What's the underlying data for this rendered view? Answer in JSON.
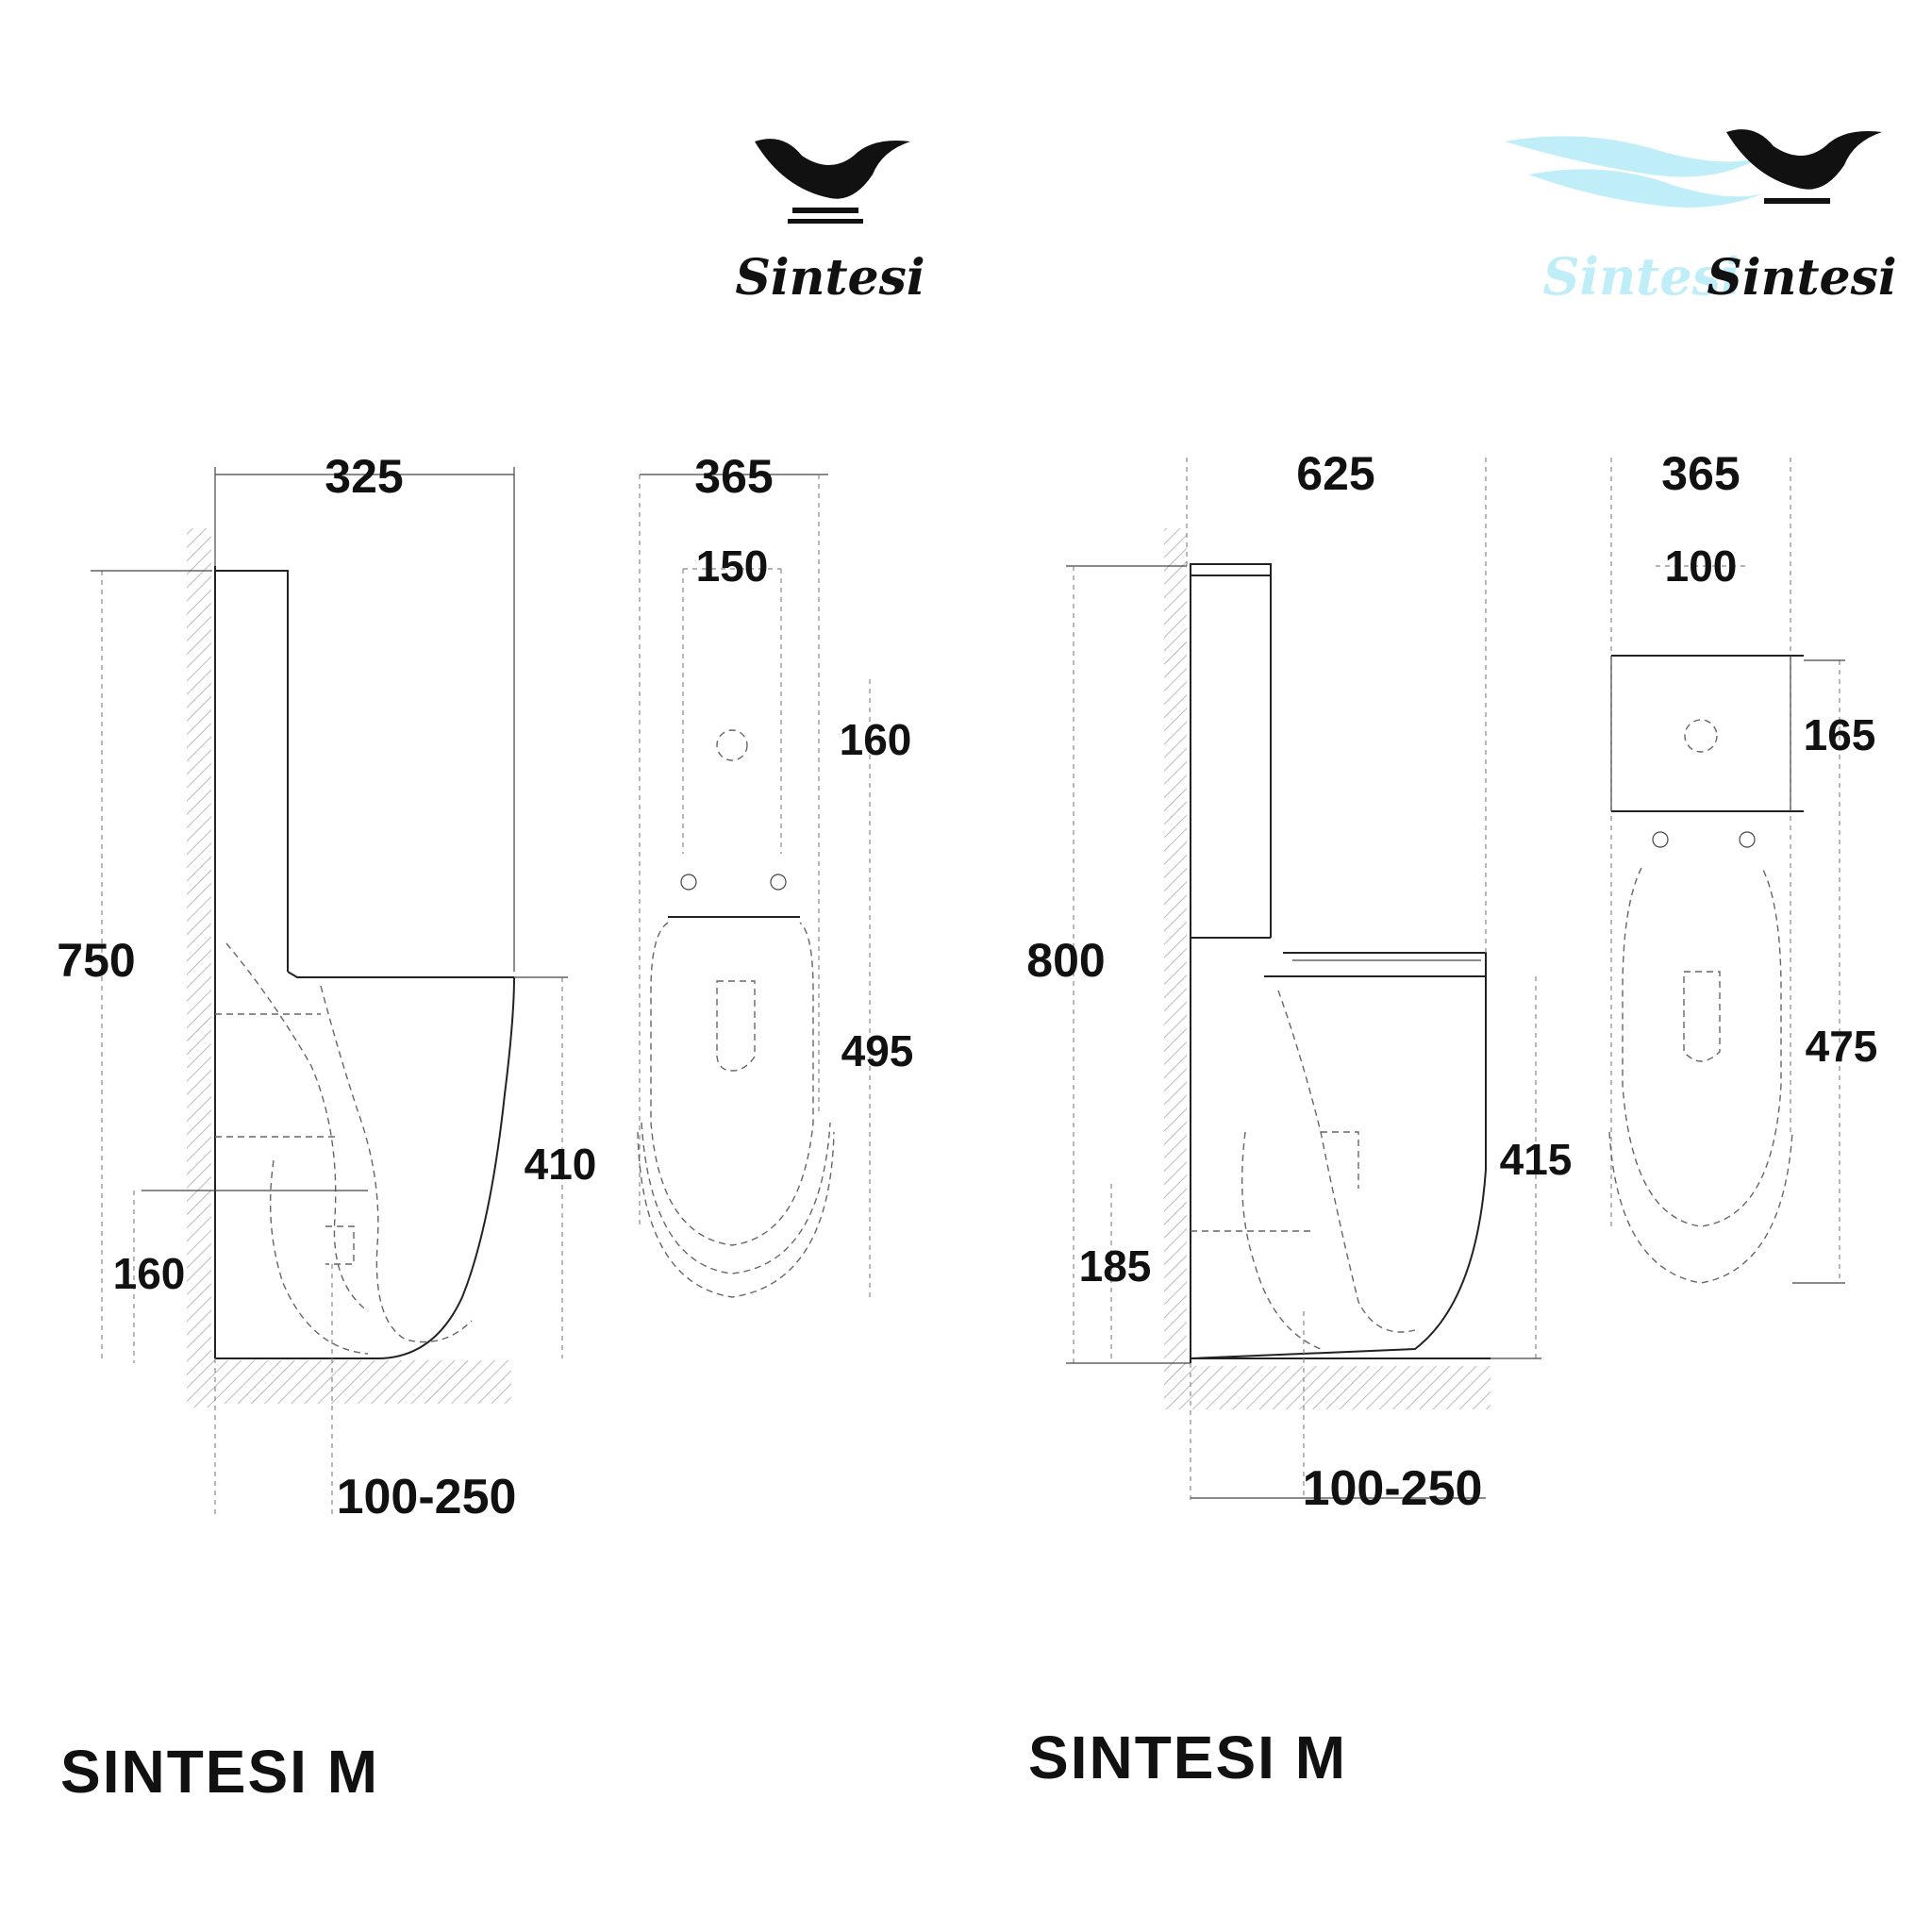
{
  "logos": {
    "left": {
      "text": "Sintesi",
      "color": "#111111"
    },
    "right": {
      "text_faded": "Sintesi",
      "text": "Sintesi",
      "faded_color": "#bfeef8",
      "color": "#111111"
    }
  },
  "left_model": {
    "label": "SINTESI M",
    "side_view": {
      "width": "325",
      "height": "750",
      "outlet_height": "160",
      "seat_height": "410",
      "roughin": "100-250"
    },
    "top_view": {
      "width": "365",
      "tank_width": "150",
      "tank_depth": "160",
      "bowl_depth": "495"
    }
  },
  "right_model": {
    "label": "SINTESI M",
    "side_view": {
      "width": "625",
      "height": "800",
      "outlet_height": "185",
      "seat_height": "415",
      "roughin": "100-250"
    },
    "top_view": {
      "width": "365",
      "tank_width": "100",
      "tank_depth": "165",
      "bowl_depth": "475"
    }
  },
  "colors": {
    "ink": "#111111",
    "wall_hatch": "#bbbbbb",
    "accent_wave": "#bfeef8"
  }
}
